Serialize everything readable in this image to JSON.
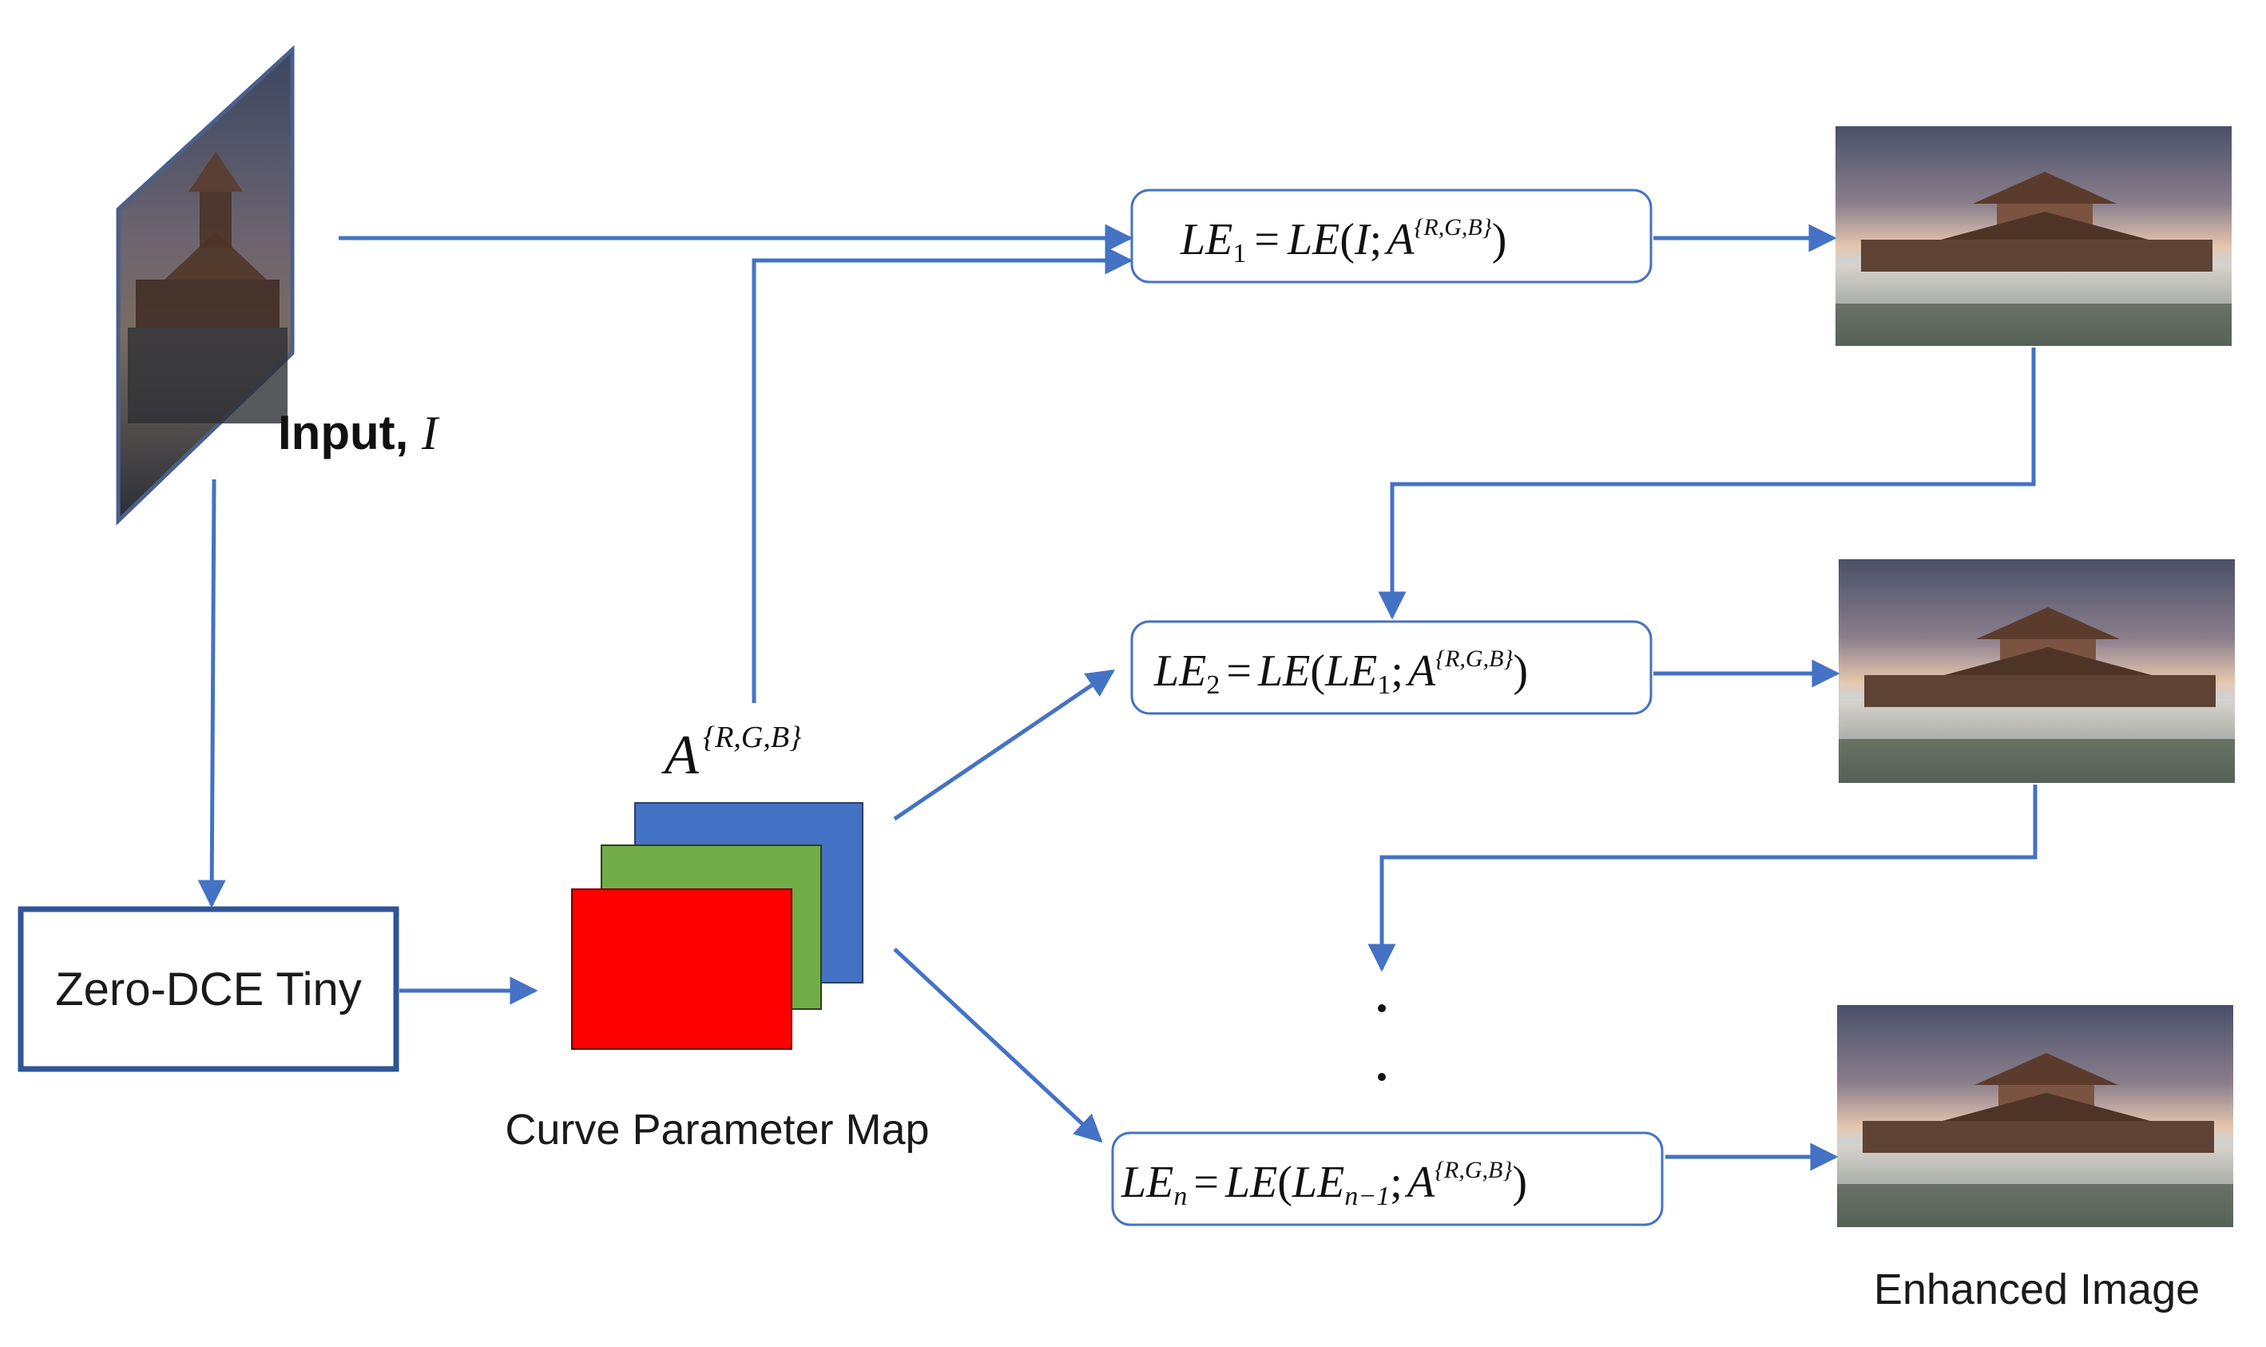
{
  "input_label": {
    "text": "Input, ",
    "var": "I"
  },
  "network_label": "Zero-DCE Tiny",
  "param_label": {
    "base": "A",
    "sup": "{R,G,B}"
  },
  "param_map_caption": "Curve Parameter Map",
  "output_caption": "Enhanced Image",
  "equations": [
    {
      "lhs": "LE",
      "lhs_sub": "1",
      "eq": "=",
      "fn": "LE",
      "arg": "I",
      "arg_sub": "",
      "sep": ";",
      "param": "A",
      "param_sup": "{R,G,B}"
    },
    {
      "lhs": "LE",
      "lhs_sub": "2",
      "eq": "=",
      "fn": "LE",
      "arg": "LE",
      "arg_sub": "1",
      "sep": ";",
      "param": "A",
      "param_sup": "{R,G,B}"
    },
    {
      "lhs": "LE",
      "lhs_sub": "n",
      "eq": "=",
      "fn": "LE",
      "arg": "LE",
      "arg_sub": "n−1",
      "sep": ";",
      "param": "A",
      "param_sup": "{R,G,B}"
    }
  ],
  "colors": {
    "arrow": "#4472c4",
    "network_border": "#2f5597",
    "channel_blue": "#4472c4",
    "channel_green": "#70ad47",
    "channel_red": "#ff0000"
  }
}
